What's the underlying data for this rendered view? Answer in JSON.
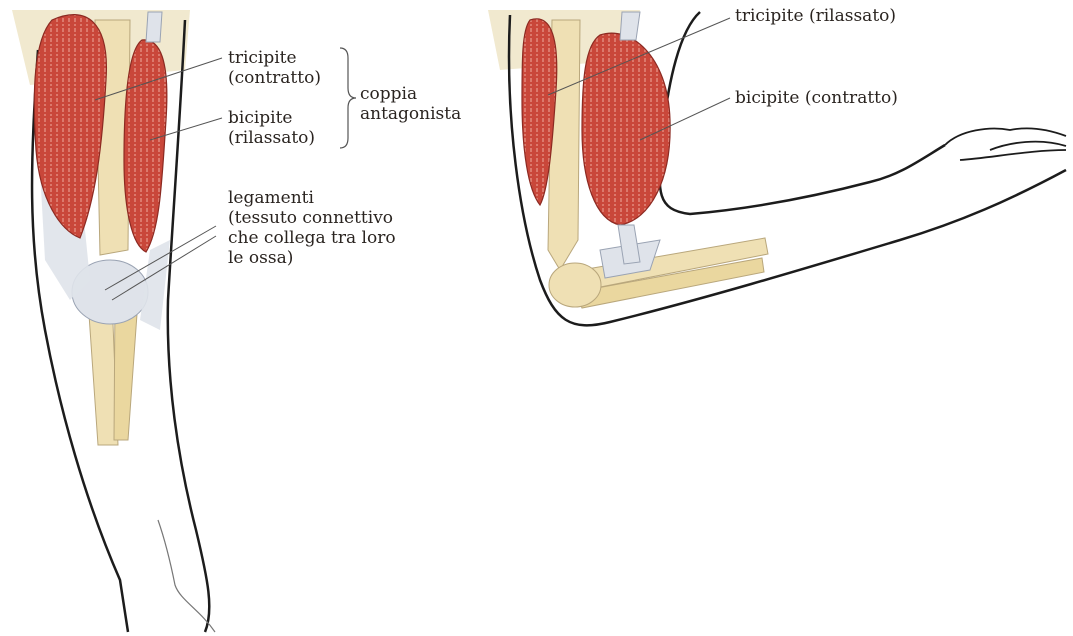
{
  "left_figure": {
    "triceps_label": [
      "tricipite",
      "(contratto)"
    ],
    "biceps_label": [
      "bicipite",
      "(rilassato)"
    ],
    "pair_label": [
      "coppia",
      "antagonista"
    ],
    "ligaments_label": [
      "legamenti",
      "(tessuto connettivo",
      "che collega tra loro",
      "le ossa)"
    ]
  },
  "right_figure": {
    "triceps_label": "tricipite (rilassato)",
    "biceps_label": "bicipite (contratto)"
  },
  "colors": {
    "muscle": "#c9473a",
    "bone": "#efe0b4",
    "cartilage": "#dfe3ea",
    "outline": "#1c1c1c"
  }
}
